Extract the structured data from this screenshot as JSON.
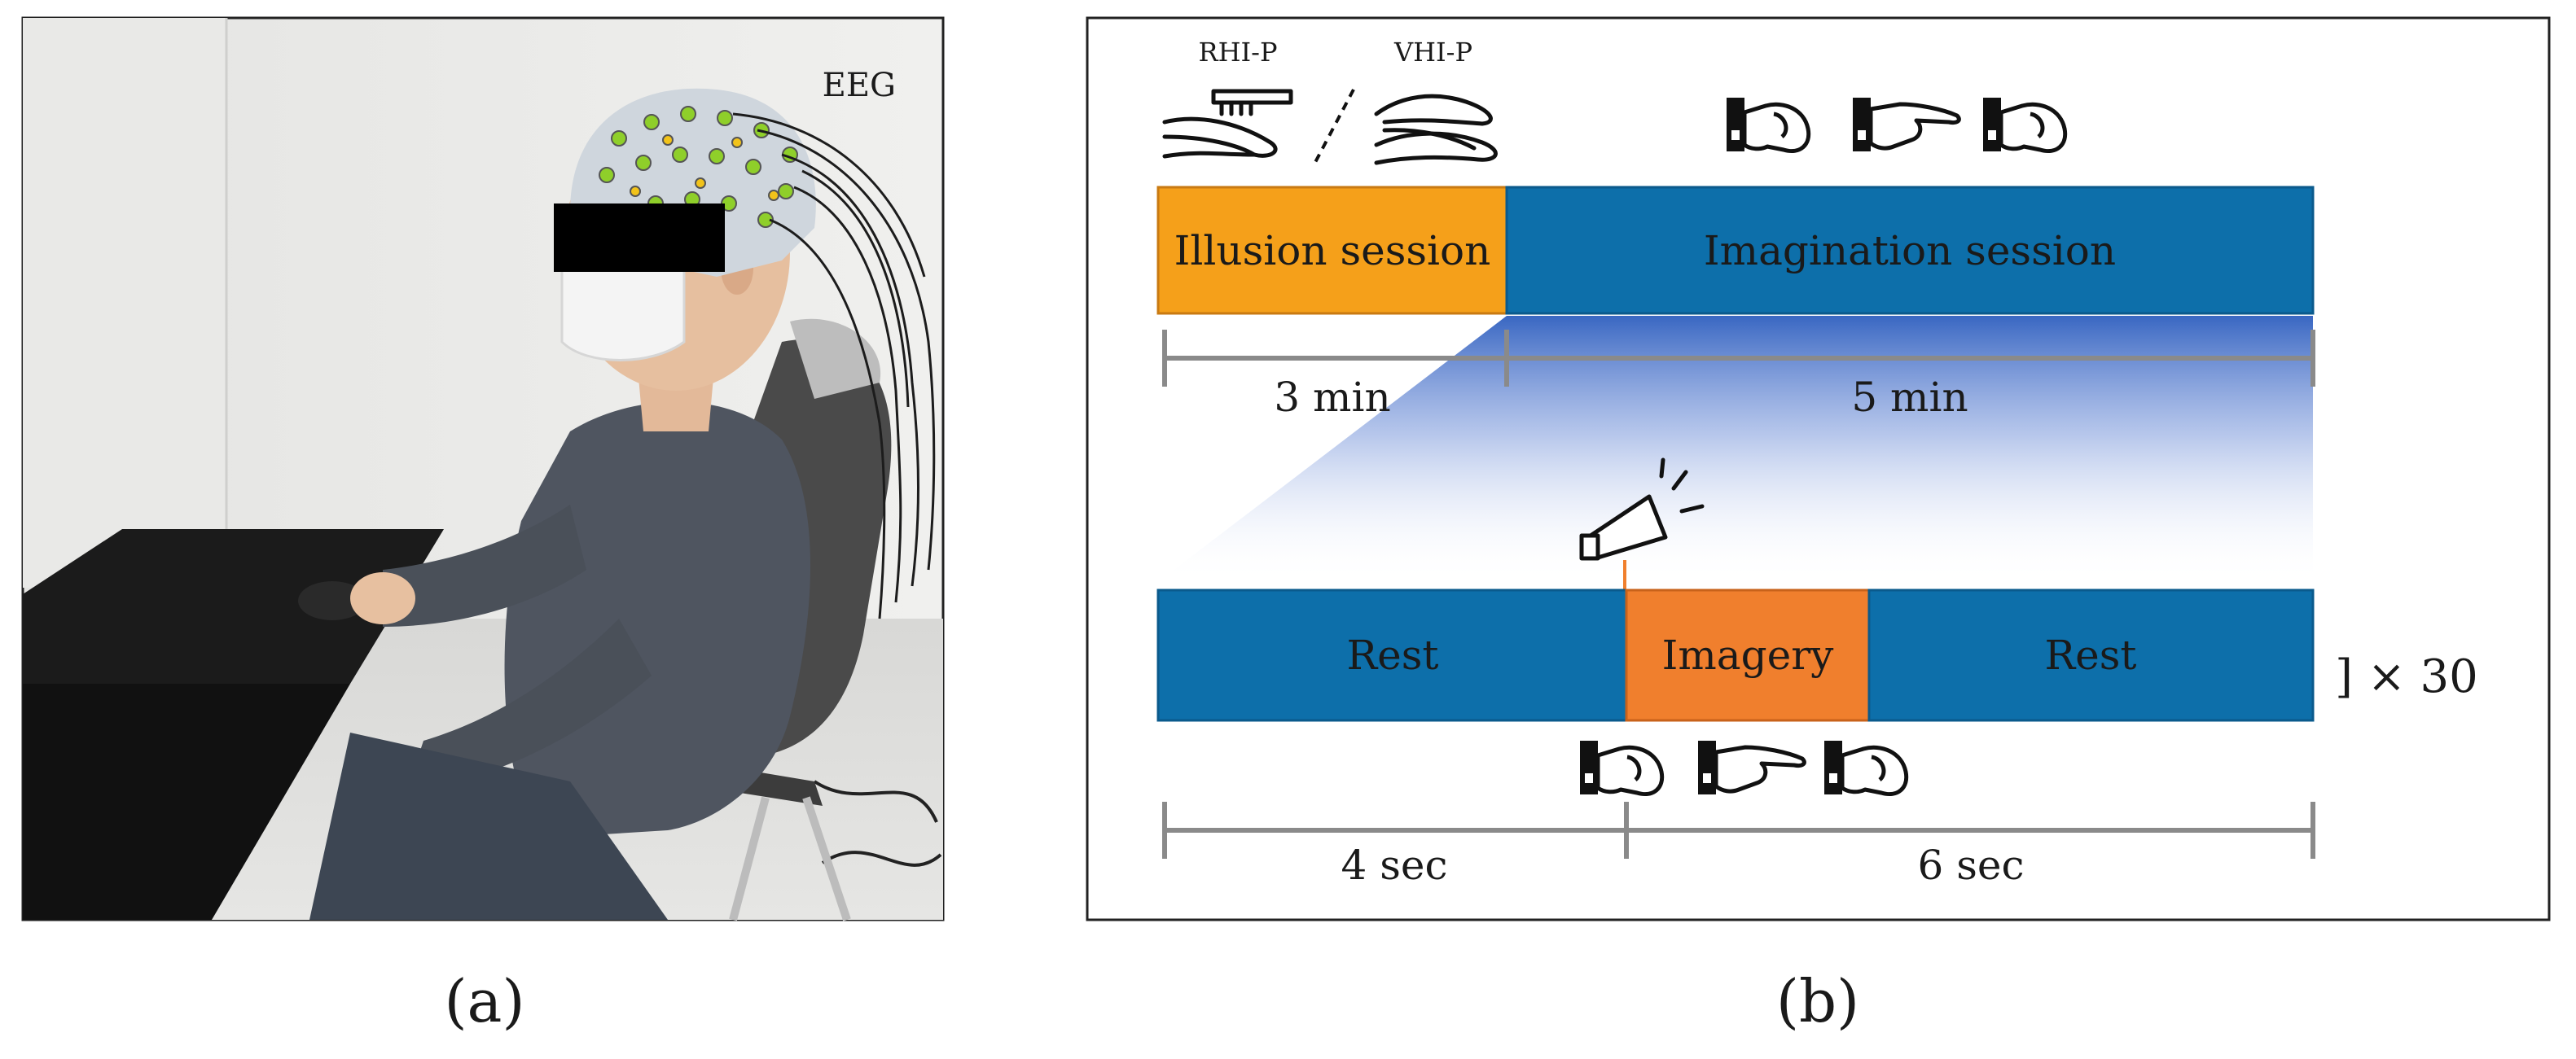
{
  "panel_a": {
    "caption": "(a)",
    "eeg_label": "EEG"
  },
  "panel_b": {
    "caption": "(b)",
    "illusion_conditions": [
      "RHI-P",
      "VHI-P"
    ],
    "sessions": {
      "illusion": "Illusion session",
      "imagination": "Imagination session"
    },
    "durations": {
      "illusion": "3 min",
      "imagination": "5 min"
    },
    "trial": {
      "rest1": "Rest",
      "imagery": "Imagery",
      "rest2": "Rest",
      "repeat": "] × 30"
    },
    "trial_durations": {
      "rest": "4 sec",
      "imagery_rest": "6 sec"
    },
    "colors": {
      "illusion": "#f5a01a",
      "imagination": "#0d6faa",
      "imagery": "#f07f2d",
      "scale": "#8a8a8a"
    },
    "icons": [
      "hand-grasp-icon",
      "hand-point-icon",
      "hand-grasp-icon",
      "megaphone-icon",
      "brush-hand-icon",
      "rubber-hand-icon"
    ]
  }
}
